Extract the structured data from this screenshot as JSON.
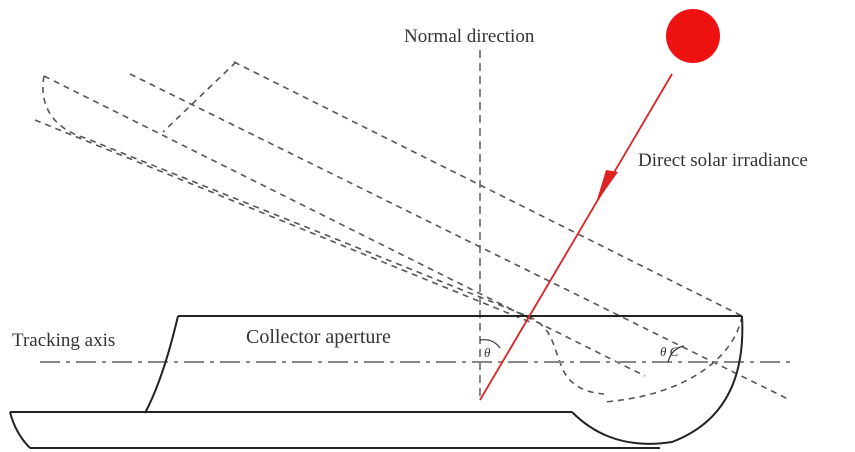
{
  "labels": {
    "normal_direction": "Normal direction",
    "direct_solar_irradiance": "Direct solar irradiance",
    "tracking_axis": "Tracking axis",
    "collector_aperture": "Collector aperture",
    "theta": "θ",
    "theta_c": "θ C"
  },
  "colors": {
    "sun": "#ee1111",
    "ray": "#dd2222",
    "line": "#222222",
    "dashed": "#555555",
    "axis": "#888888"
  }
}
